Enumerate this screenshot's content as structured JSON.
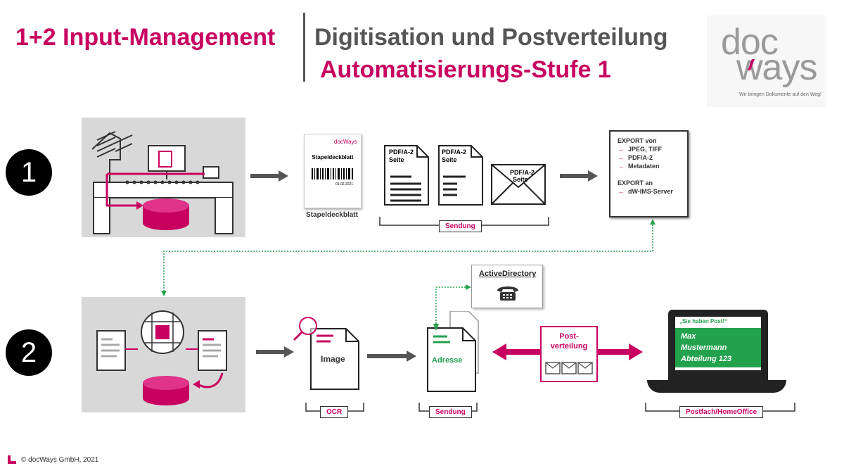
{
  "header": {
    "title_main": "1+2 Input-Management",
    "title_sub": "Digitisation und Postverteilung",
    "title_stage": "Automatisierungs-Stufe 1"
  },
  "logo": {
    "doc": "doc",
    "ways": "ways",
    "tagline": "Wir bringen Dokumente auf den Weg!"
  },
  "steps": [
    "1",
    "2"
  ],
  "row1": {
    "cover_sheet": {
      "title": "Stapeldeckblatt",
      "brand": "docWays",
      "date": "01.02.2021",
      "caption": "Stapeldeckblatt"
    },
    "docs": [
      {
        "label_line1": "PDF/A-2",
        "label_line2": "Seite"
      },
      {
        "label_line1": "PDF/A-2",
        "label_line2": "Seite"
      },
      {
        "label_line1": "PDF/A-2",
        "label_line2": "Seite"
      }
    ],
    "bracket_label": "Sendung",
    "export": {
      "heading1": "EXPORT von",
      "items1": [
        "JPEG, TIFF",
        "PDF/A-2",
        "Metadaten"
      ],
      "heading2": "EXPORT an",
      "items2": [
        "dW-IMS-Server"
      ]
    }
  },
  "row2": {
    "image_doc_label": "Image",
    "ocr_label": "OCR",
    "address_doc_label": "Adresse",
    "sendung_label": "Sendung",
    "active_directory": "ActiveDirectory",
    "post_label": "Post-\nverteilung",
    "laptop": {
      "banner": "„Sie haben Post!“",
      "message_lines": [
        "Max",
        "Mustermann",
        "Abteilung 123"
      ]
    },
    "postfach_label": "Postfach/HomeOffice"
  },
  "colors": {
    "accent": "#c8005f",
    "green": "#23a24d",
    "panel": "#d8d8d8",
    "dark": "#333333"
  },
  "footer": "© docWays GmbH, 2021"
}
